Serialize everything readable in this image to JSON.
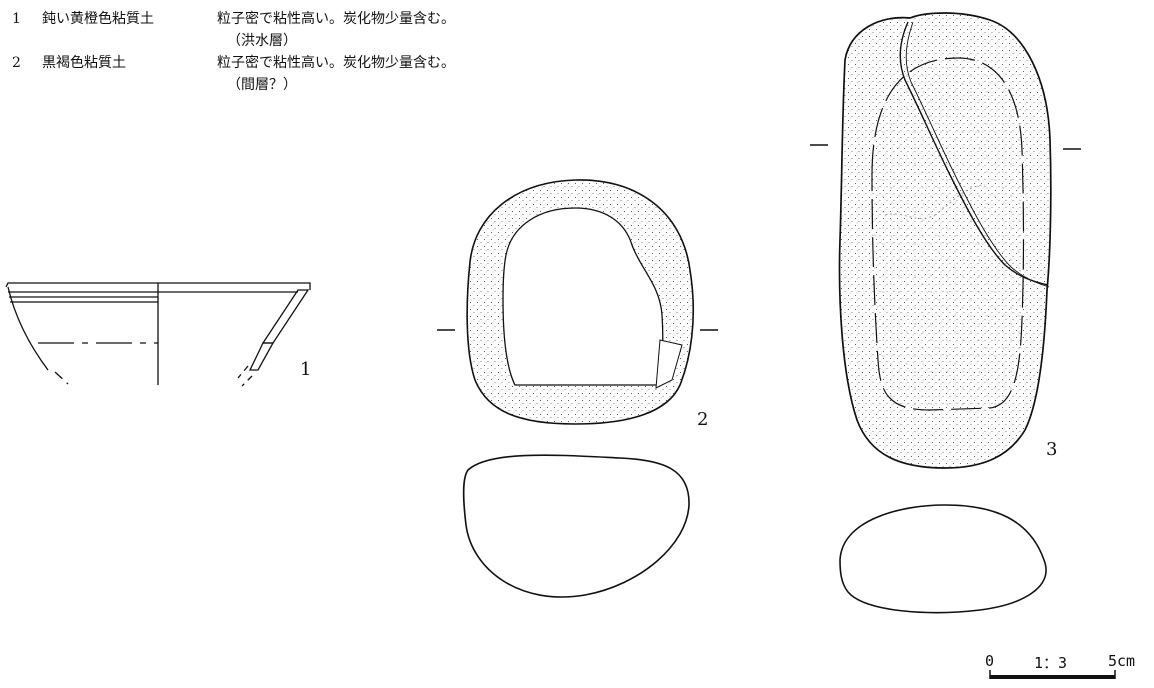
{
  "legend": [
    {
      "num": "1",
      "name": "鈍い黄橙色粘質土",
      "desc": "粒子密で粘性高い。炭化物少量含む。",
      "note": "（洪水層）"
    },
    {
      "num": "2",
      "name": "黒褐色粘質土",
      "desc": "粒子密で粘性高い。炭化物少量含む。",
      "note": "（間層？）"
    }
  ],
  "figures": {
    "fig1_label": "1",
    "fig2_label": "2",
    "fig3_label": "3"
  },
  "scale": {
    "zero": "0",
    "ratio": "1：3",
    "length": "5cm"
  }
}
